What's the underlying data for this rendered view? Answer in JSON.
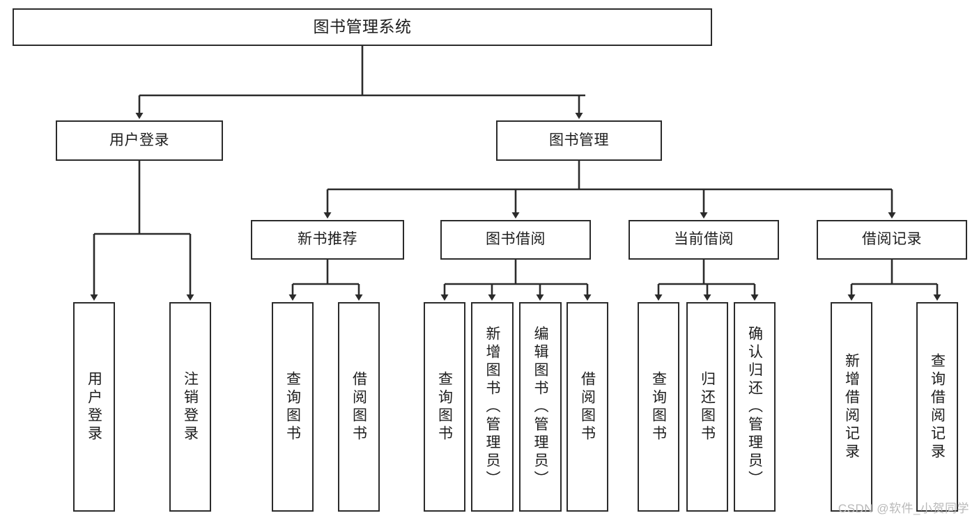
{
  "diagram": {
    "type": "tree-hierarchy-flowchart",
    "title": "图书管理系统",
    "colors": {
      "stroke": "#2b2b2b",
      "fill": "#ffffff",
      "text": "#1d1d1d",
      "watermark": "#b9b9b9"
    },
    "root": {
      "id": "root",
      "label": "图书管理系统"
    },
    "level1": [
      {
        "id": "user-login",
        "label": "用户登录"
      },
      {
        "id": "book-manage",
        "label": "图书管理"
      }
    ],
    "level2": [
      {
        "id": "new-book-rec",
        "label": "新书推荐",
        "parent": "book-manage"
      },
      {
        "id": "book-borrow",
        "label": "图书借阅",
        "parent": "book-manage"
      },
      {
        "id": "cur-borrow",
        "label": "当前借阅",
        "parent": "book-manage"
      },
      {
        "id": "borrow-log",
        "label": "借阅记录",
        "parent": "book-manage"
      }
    ],
    "leaves": [
      {
        "id": "leaf-1",
        "label": "用户登录",
        "parent": "user-login"
      },
      {
        "id": "leaf-2",
        "label": "注销登录",
        "parent": "user-login"
      },
      {
        "id": "leaf-3",
        "label": "查询图书",
        "parent": "new-book-rec"
      },
      {
        "id": "leaf-4",
        "label": "借阅图书",
        "parent": "new-book-rec"
      },
      {
        "id": "leaf-5",
        "label": "查询图书",
        "parent": "book-borrow"
      },
      {
        "id": "leaf-6",
        "label": "新增图书（管理员）",
        "parent": "book-borrow"
      },
      {
        "id": "leaf-7",
        "label": "编辑图书（管理员）",
        "parent": "book-borrow"
      },
      {
        "id": "leaf-8",
        "label": "借阅图书",
        "parent": "book-borrow"
      },
      {
        "id": "leaf-9",
        "label": "查询图书",
        "parent": "cur-borrow"
      },
      {
        "id": "leaf-10",
        "label": "归还图书",
        "parent": "cur-borrow"
      },
      {
        "id": "leaf-11",
        "label": "确认归还（管理员）",
        "parent": "cur-borrow"
      },
      {
        "id": "leaf-12",
        "label": "新增借阅记录",
        "parent": "borrow-log"
      },
      {
        "id": "leaf-13",
        "label": "查询借阅记录",
        "parent": "borrow-log"
      }
    ],
    "watermark": "CSDN @软件_小贺同学"
  }
}
